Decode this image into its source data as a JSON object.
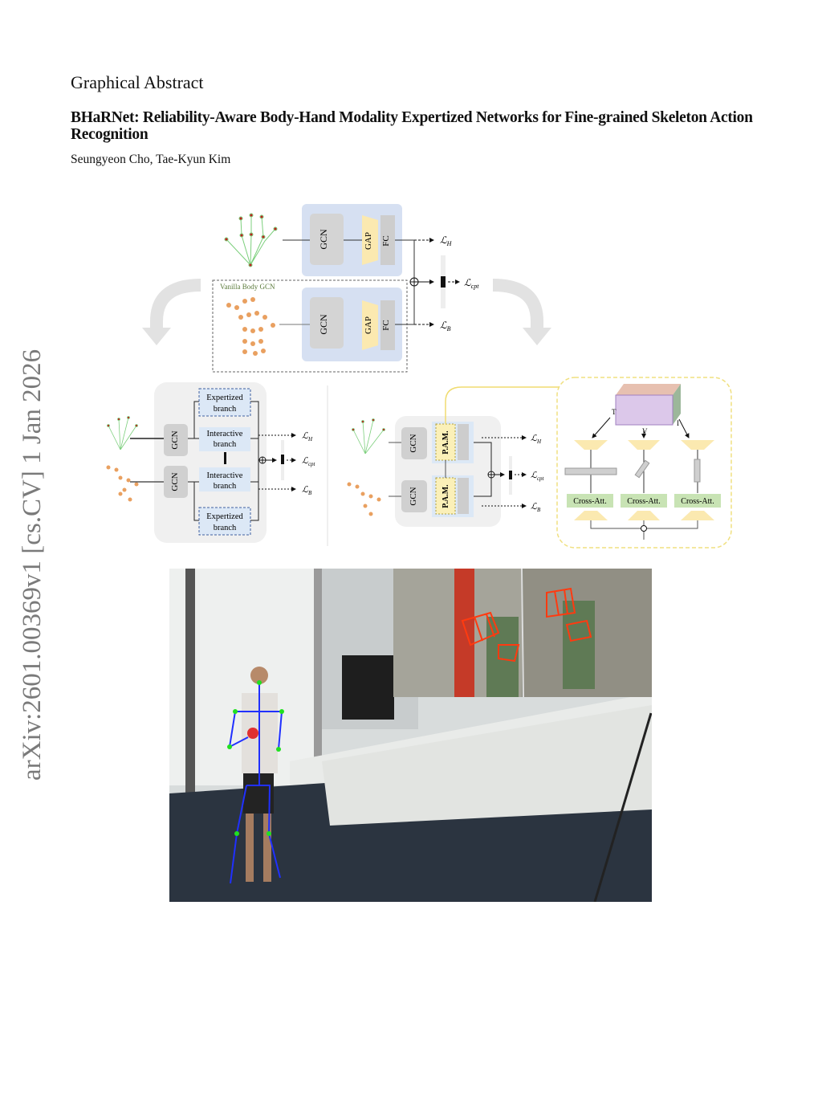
{
  "header": {
    "label": "Graphical Abstract"
  },
  "paper": {
    "title": "BHaRNet: Reliability-Aware Body-Hand Modality Expertized Networks for Fine-grained Skeleton Action Recognition",
    "authors": "Seungyeon Cho, Tae-Kyun Kim"
  },
  "sidebar": {
    "arxiv_id": "arXiv:2601.00369v1  [cs.CV]  1 Jan 2026"
  },
  "figure_top": {
    "gcn": "GCN",
    "gap": "GAP",
    "fc": "FC",
    "vanilla": "Vanilla Body GCN",
    "loss_h": "ℒ",
    "loss_h_sub": "H",
    "loss_cpt": "ℒ",
    "loss_cpt_sub": "cpt",
    "loss_b": "ℒ",
    "loss_b_sub": "B"
  },
  "figure_left": {
    "gcn": "GCN",
    "expertized_1": "Expertized",
    "expertized_2": "branch",
    "interactive_1": "Interactive",
    "interactive_2": "branch"
  },
  "figure_right": {
    "gcn": "GCN",
    "pam": "P.A.M.",
    "cross_att": "Cross-Att.",
    "axis_t": "T",
    "axis_v": "V",
    "axis_i": "I"
  }
}
